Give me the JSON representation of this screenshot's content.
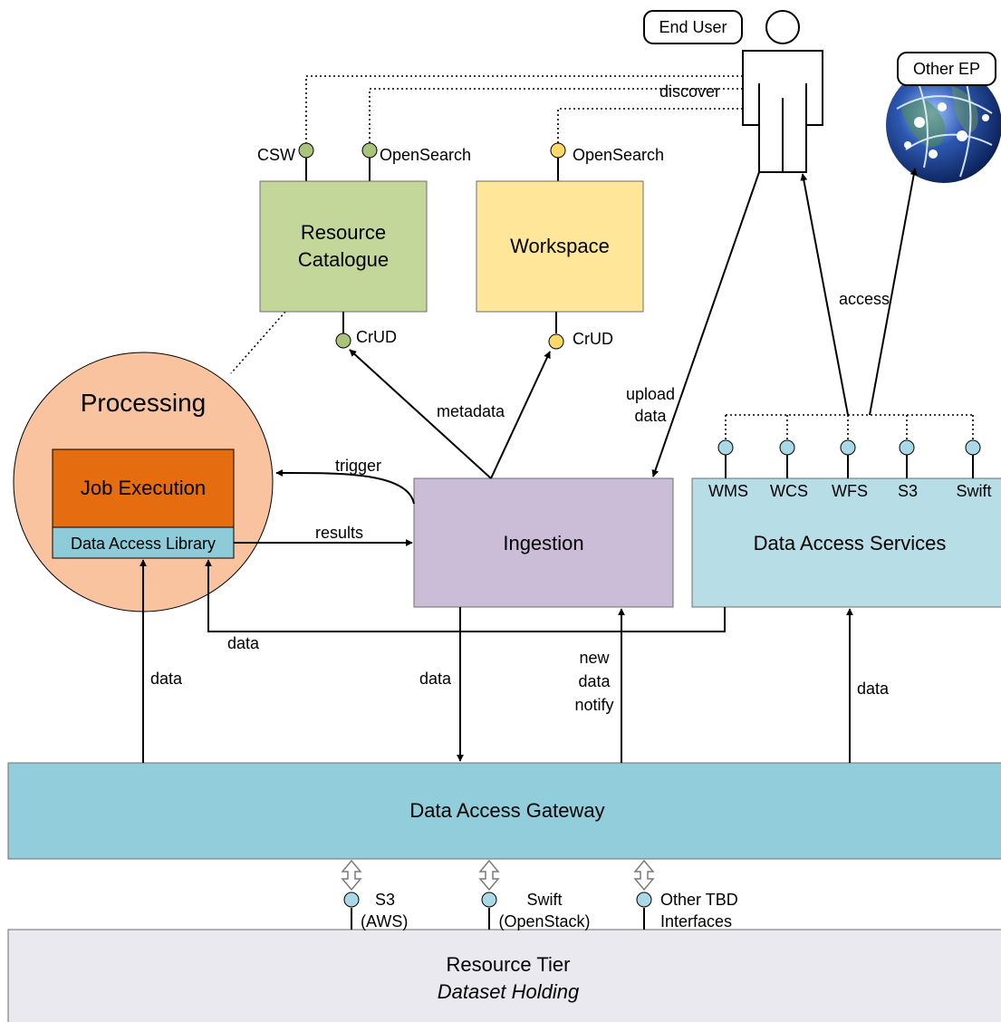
{
  "actors": {
    "end_user": "End User",
    "other_ep": "Other EP"
  },
  "components": {
    "resource_catalogue": [
      "Resource",
      "Catalogue"
    ],
    "workspace": "Workspace",
    "processing": "Processing",
    "job_execution": "Job Execution",
    "data_access_library": "Data Access Library",
    "ingestion": "Ingestion",
    "data_access_services": "Data Access Services",
    "data_access_gateway": "Data Access Gateway",
    "resource_tier": "Resource Tier",
    "resource_tier_subtitle": "Dataset Holding"
  },
  "interfaces": {
    "csw": "CSW",
    "catalogue_opensearch": "OpenSearch",
    "workspace_opensearch": "OpenSearch",
    "catalogue_crud": "CrUD",
    "workspace_crud": "CrUD",
    "services": [
      "WMS",
      "WCS",
      "WFS",
      "S3",
      "Swift"
    ],
    "storage": [
      [
        "S3",
        "(AWS)"
      ],
      [
        "Swift",
        "(OpenStack)"
      ],
      [
        "Other TBD",
        "Interfaces"
      ]
    ]
  },
  "flows": {
    "discover": "discover",
    "access": "access",
    "upload_data": [
      "upload",
      "data"
    ],
    "metadata": "metadata",
    "trigger": "trigger",
    "results": "results",
    "data_from_services": "data",
    "data_gateway_to_processing": "data",
    "data_gateway_to_ingestion": "data",
    "new_data_notify": [
      "new",
      "data",
      "notify"
    ],
    "data_gateway_to_services": "data"
  },
  "colors": {
    "catalogue": "#c4d79b",
    "catalogue_dot": "#a8c47a",
    "workspace": "#ffe699",
    "workspace_dot": "#ffd966",
    "processing": "#f8c39e",
    "job_execution": "#e66c10",
    "data_access_library": "#8ecbd8",
    "ingestion": "#cbbdd8",
    "services": "#b7dde6",
    "service_dot": "#a9d8e6",
    "gateway": "#92cddc",
    "resource_tier": "#ebe9f0"
  }
}
